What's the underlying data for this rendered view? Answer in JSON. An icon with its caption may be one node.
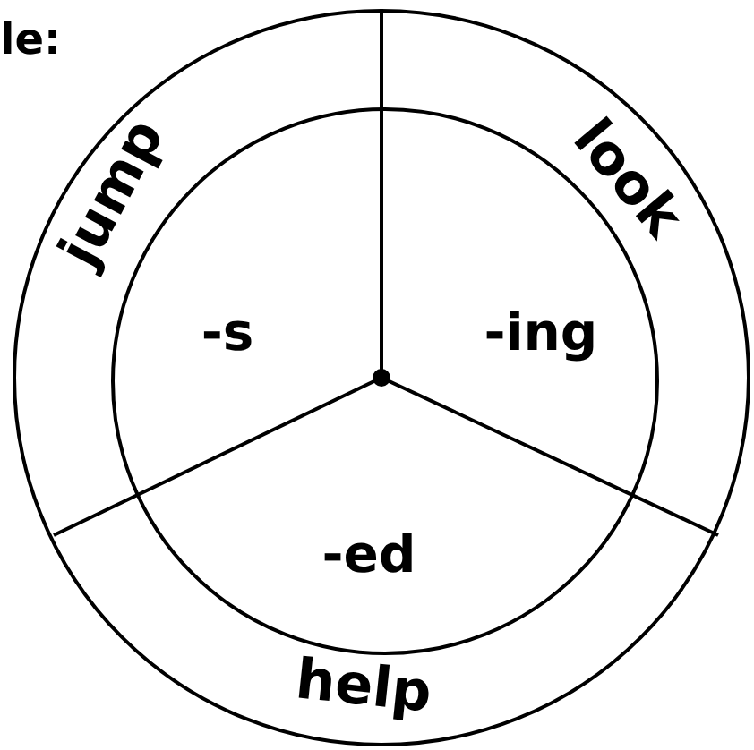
{
  "diagram": {
    "nodes": [
      {
        "text": [],
        "shape": "circle"
      },
      {
        "text": [
          "-s",
          "-ing",
          "-ed"
        ],
        "in": 0
      }
    ],
    "labels": [
      "le:",
      "jump",
      "look",
      "help"
    ]
  }
}
